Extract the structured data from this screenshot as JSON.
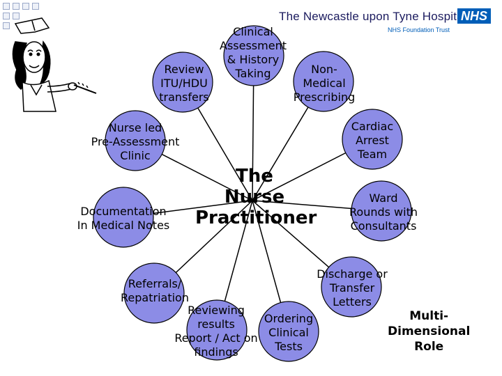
{
  "header": {
    "hospital_name": "The Newcastle upon Tyne Hospitals",
    "nhs_logo": "NHS",
    "trust_name": "NHS Foundation Trust"
  },
  "diagram": {
    "center": {
      "lines": [
        "The",
        "Nurse",
        "Practitioner"
      ]
    },
    "nodes": [
      {
        "id": "clinical-assessment",
        "lines": [
          "Clinical",
          "Assessment",
          "& History",
          "Taking"
        ]
      },
      {
        "id": "non-medical-prescribing",
        "lines": [
          "Non-",
          "Medical",
          "Prescribing"
        ]
      },
      {
        "id": "cardiac-arrest-team",
        "lines": [
          "Cardiac",
          "Arrest",
          "Team"
        ]
      },
      {
        "id": "ward-rounds",
        "lines": [
          "Ward",
          "Rounds with",
          "Consultants"
        ]
      },
      {
        "id": "discharge-transfer",
        "lines": [
          "Discharge or",
          "Transfer",
          "Letters"
        ]
      },
      {
        "id": "ordering-tests",
        "lines": [
          "Ordering",
          "Clinical",
          "Tests"
        ]
      },
      {
        "id": "reviewing-results",
        "lines": [
          "Reviewing",
          "results",
          "Report / Act on",
          "findings"
        ]
      },
      {
        "id": "referrals",
        "lines": [
          "Referrals/",
          "Repatriation"
        ]
      },
      {
        "id": "documentation",
        "lines": [
          "Documentation",
          "In Medical Notes"
        ]
      },
      {
        "id": "pre-assessment",
        "lines": [
          "Nurse led",
          "Pre-Assessment",
          "Clinic"
        ]
      },
      {
        "id": "review-itu",
        "lines": [
          "Review",
          "ITU/HDU",
          "transfers"
        ]
      }
    ],
    "role_caption": [
      "Multi-",
      "Dimensional",
      "Role"
    ],
    "colors": {
      "circle_fill": "#8c8ce6",
      "circle_stroke": "#000000",
      "line": "#000000"
    }
  }
}
